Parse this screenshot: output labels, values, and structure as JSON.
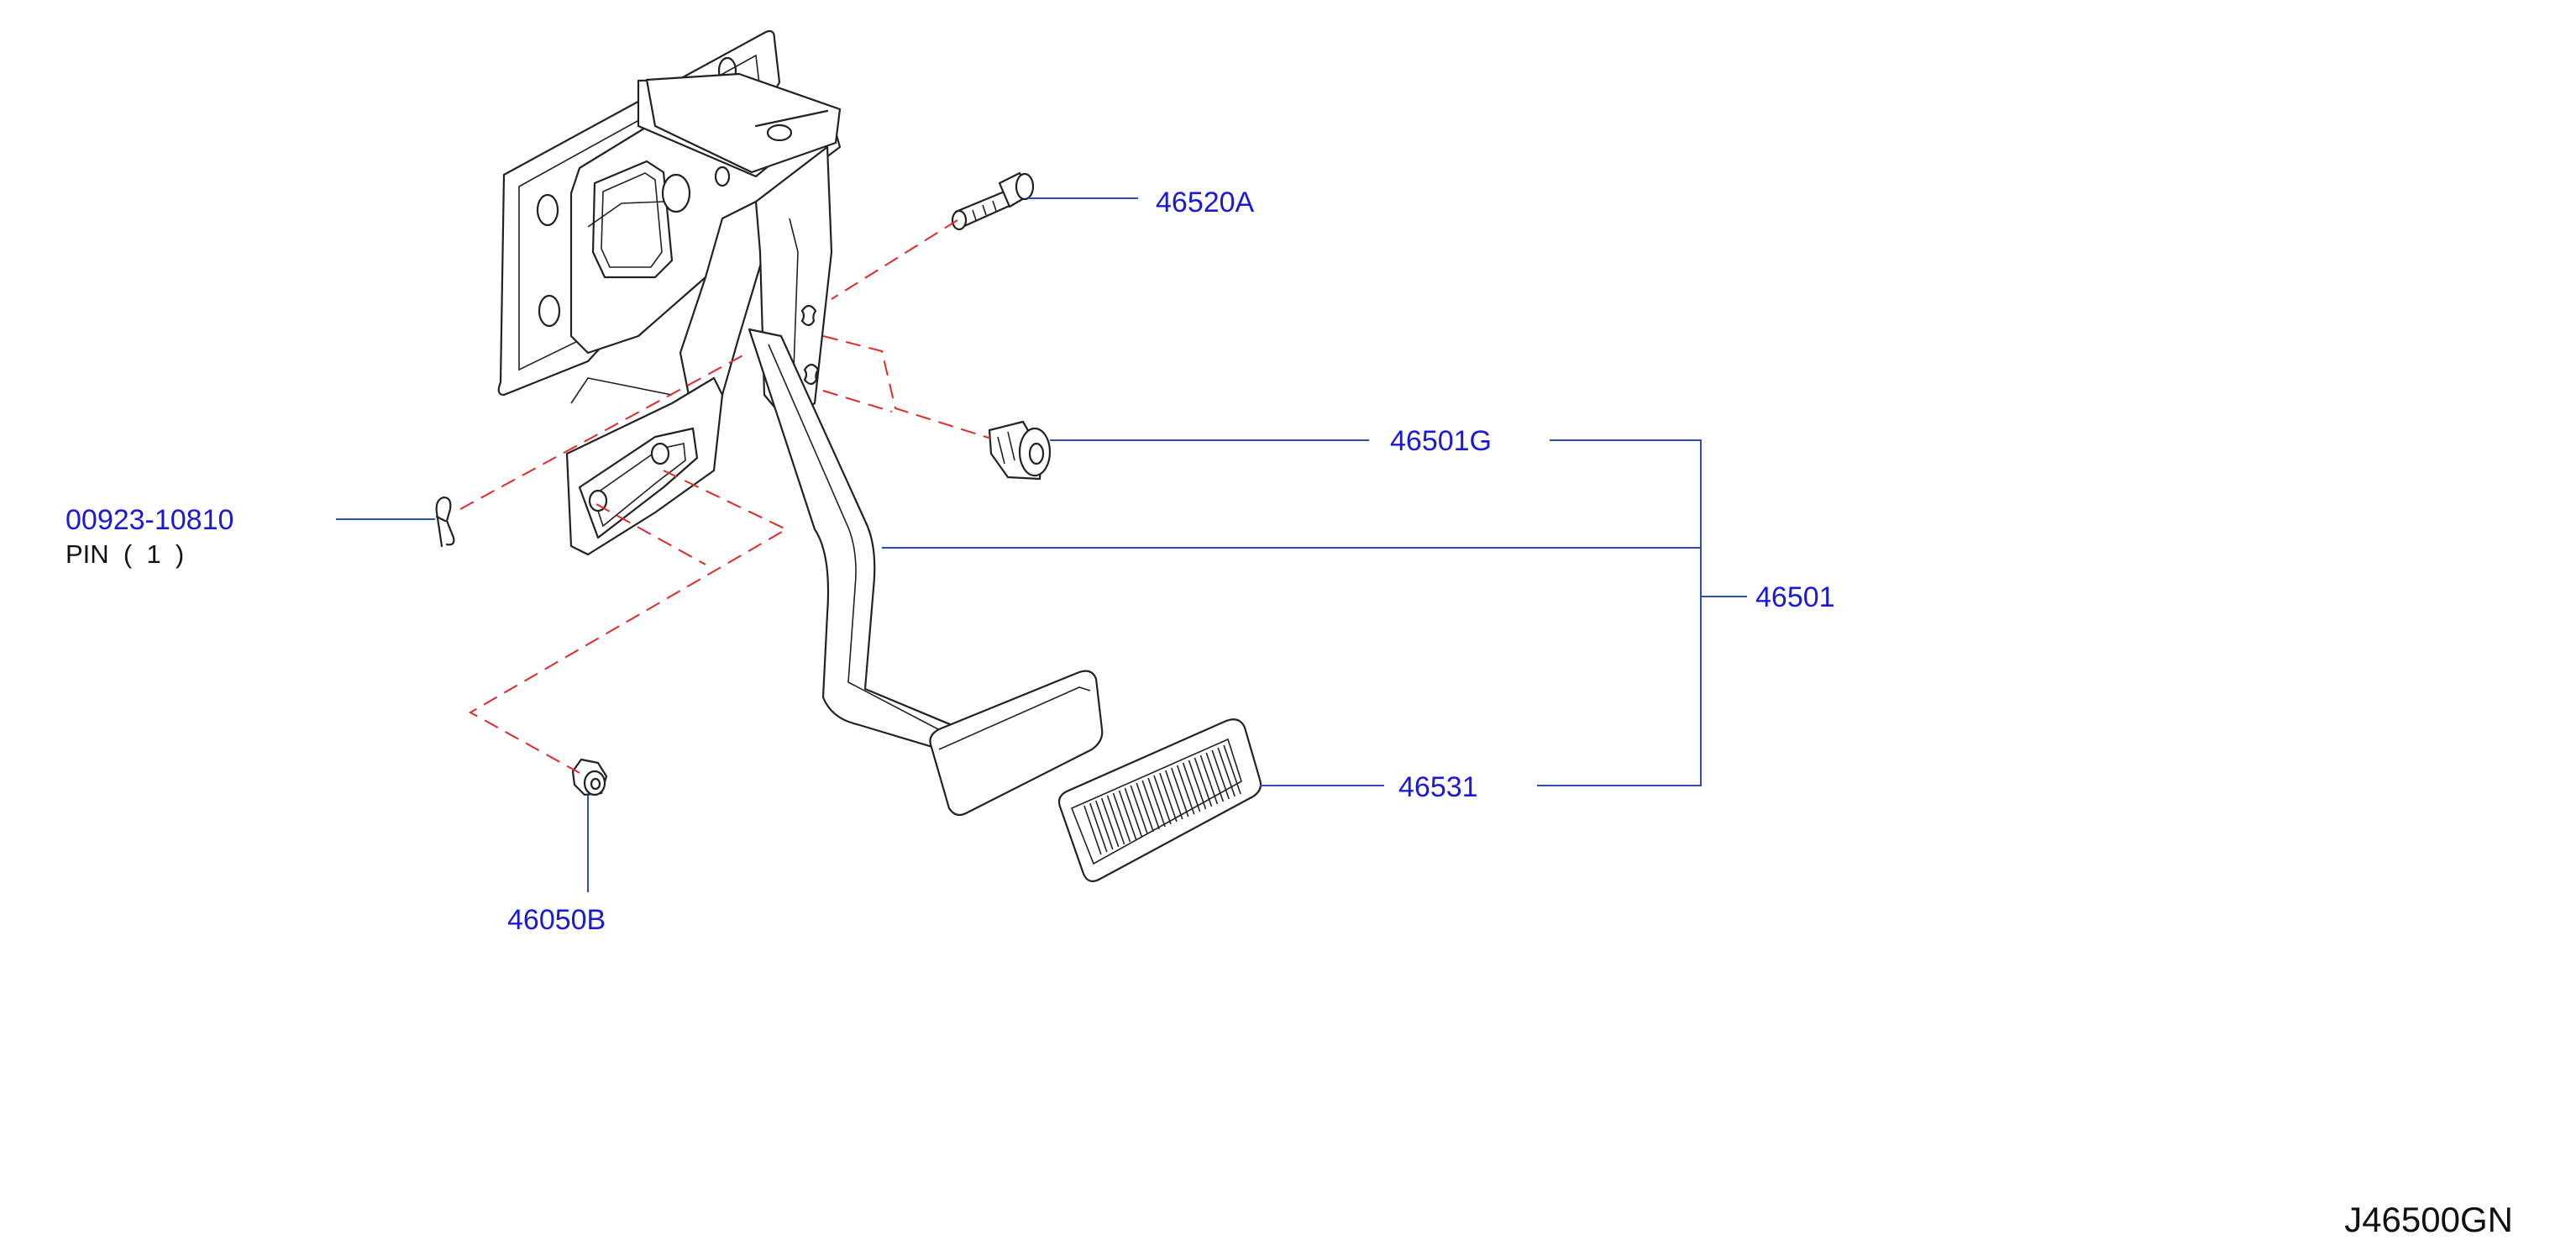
{
  "diagram": {
    "drawing_code": "J46500GN",
    "parts": [
      {
        "id": "bolt",
        "number": "46520A",
        "icon": "bolt-icon"
      },
      {
        "id": "bushing",
        "number": "46501G",
        "icon": "bushing-icon"
      },
      {
        "id": "pedal_assembly",
        "number": "46501",
        "icon": "pedal-assembly-icon"
      },
      {
        "id": "pedal_pad",
        "number": "46531",
        "icon": "pedal-pad-icon"
      },
      {
        "id": "clip_pin",
        "number": "00923-10810",
        "description": "PIN  (  1  )",
        "icon": "clip-pin-icon"
      },
      {
        "id": "nut",
        "number": "46050B",
        "icon": "nut-icon"
      }
    ],
    "colors": {
      "label": "#1a1ad6",
      "leader": "#2d4fb5",
      "dash": "#e02a2a",
      "line": "#222222"
    }
  }
}
